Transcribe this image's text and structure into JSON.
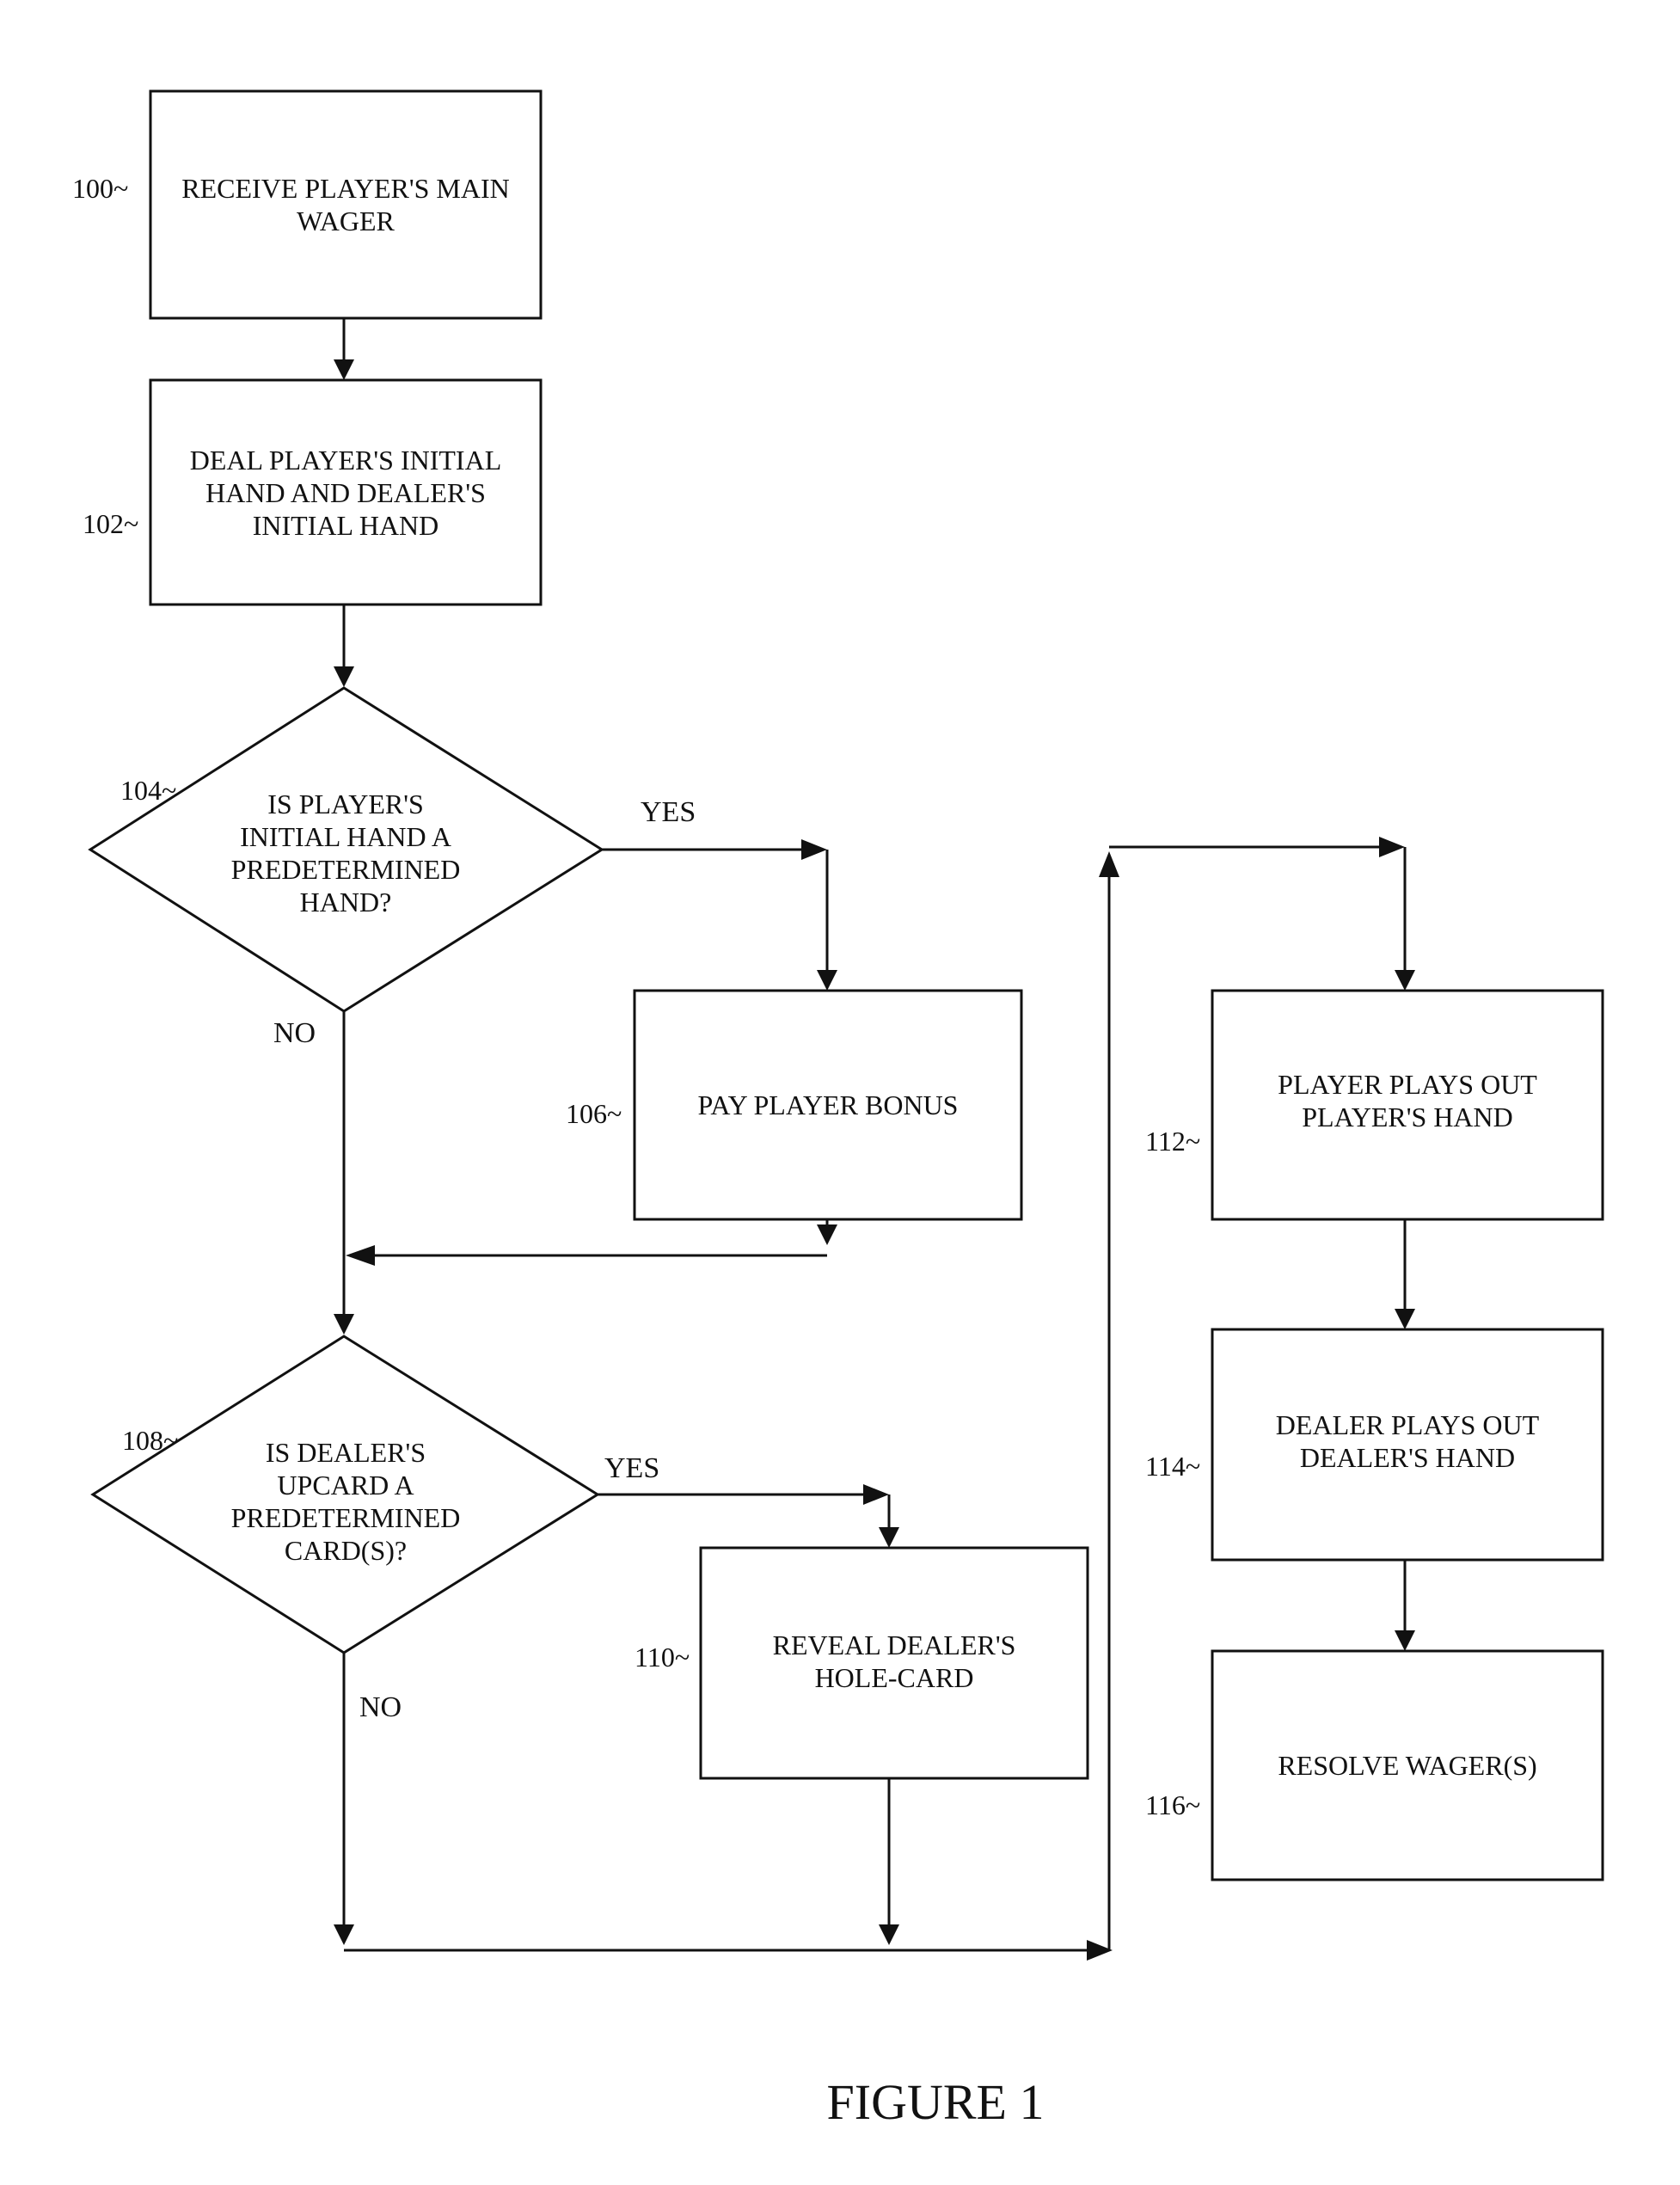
{
  "nodes": {
    "n100": {
      "ref": "100~",
      "lines": [
        "RECEIVE PLAYER'S MAIN",
        "WAGER"
      ]
    },
    "n102": {
      "ref": "102~",
      "lines": [
        "DEAL PLAYER'S INITIAL",
        "HAND AND DEALER'S",
        "INITIAL HAND"
      ]
    },
    "n104": {
      "ref": "104~",
      "lines": [
        "IS PLAYER'S",
        "INITIAL HAND A",
        "PREDETERMINED",
        "HAND?"
      ]
    },
    "n106": {
      "ref": "106~",
      "lines": [
        "PAY PLAYER BONUS"
      ]
    },
    "n108": {
      "ref": "108~",
      "lines": [
        "IS DEALER'S",
        "UPCARD A",
        "PREDETERMINED",
        "CARD(S)?"
      ]
    },
    "n110": {
      "ref": "110~",
      "lines": [
        "REVEAL DEALER'S",
        "HOLE-CARD"
      ]
    },
    "n112": {
      "ref": "112~",
      "lines": [
        "PLAYER PLAYS OUT",
        "PLAYER'S HAND"
      ]
    },
    "n114": {
      "ref": "114~",
      "lines": [
        "DEALER PLAYS OUT",
        "DEALER'S HAND"
      ]
    },
    "n116": {
      "ref": "116~",
      "lines": [
        "RESOLVE WAGER(S)"
      ]
    }
  },
  "branches": {
    "d104_yes": "YES",
    "d104_no": "NO",
    "d108_yes": "YES",
    "d108_no": "NO"
  },
  "caption": "FIGURE 1"
}
